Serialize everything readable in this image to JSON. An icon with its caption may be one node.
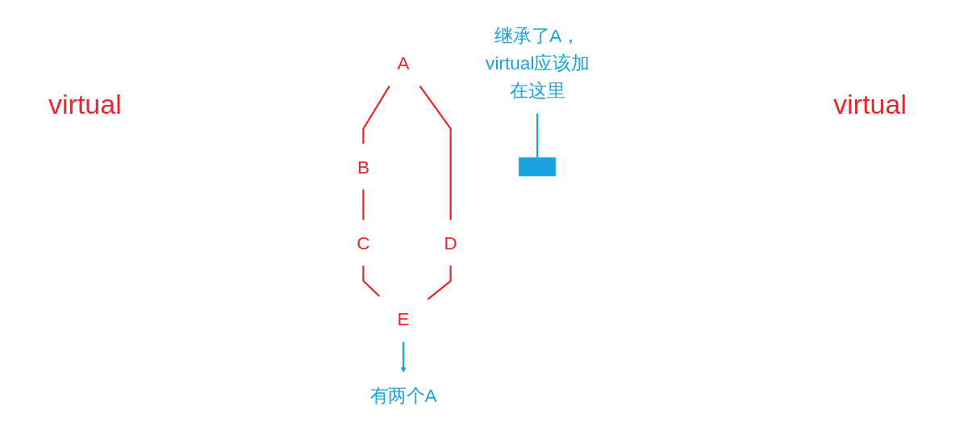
{
  "diagram": {
    "nodes": [
      {
        "text": [
          "A"
        ]
      },
      {
        "text": [
          "B"
        ]
      },
      {
        "text": [
          "D"
        ]
      },
      {
        "text": [],
        "shape": "bar"
      },
      {
        "text": [
          "继承了A，virtual应该加在这里"
        ]
      },
      {
        "text": [
          "C"
        ]
      },
      {
        "text": [
          "E"
        ]
      },
      {
        "text": [
          "有两个A"
        ]
      }
    ],
    "edges": [
      {
        "from": 0,
        "to": 1,
        "arrow": "none"
      },
      {
        "from": 0,
        "to": 2,
        "arrow": "none"
      },
      {
        "from": 1,
        "to": 5,
        "arrow": "none"
      },
      {
        "from": 2,
        "to": 6,
        "arrow": "none"
      },
      {
        "from": 5,
        "to": 6,
        "arrow": "none"
      },
      {
        "from": 4,
        "to": 3,
        "arrow": "none",
        "color": "#1aa3e0"
      },
      {
        "from": 6,
        "to": 7,
        "arrow": "to",
        "color": "#1aa3e0"
      }
    ],
    "labels": [
      "virtual",
      "virtual"
    ]
  }
}
